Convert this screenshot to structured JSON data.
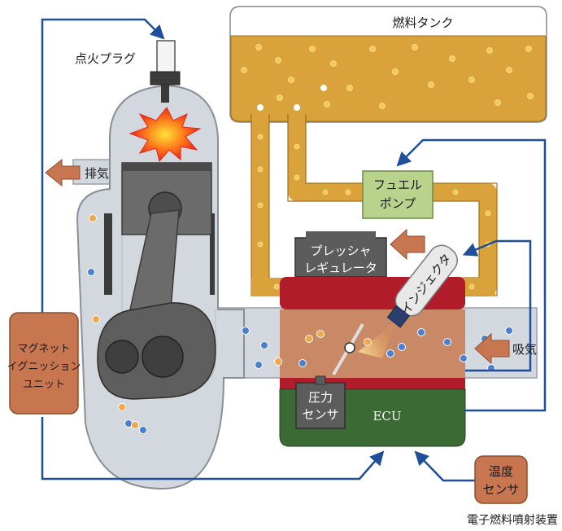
{
  "caption": "電子燃料噴射装置",
  "labels": {
    "fuel_tank": "燃料タンク",
    "spark_plug": "点火プラグ",
    "exhaust": "排気",
    "intake": "吸気",
    "fuel_pump_line1": "フュエル",
    "fuel_pump_line2": "ポンプ",
    "regulator_line1": "プレッシャ",
    "regulator_line2": "レギュレータ",
    "injector": "インジェクタ",
    "pressure_sensor_line1": "圧力",
    "pressure_sensor_line2": "センサ",
    "ecu": "ECU",
    "magneto_line1": "マグネット",
    "magneto_line2": "イグニッション",
    "magneto_line3": "ユニット",
    "temp_sensor_line1": "温度",
    "temp_sensor_line2": "センサ"
  },
  "colors": {
    "fuel": "#d9a23a",
    "engine_block": "#d3d7de",
    "ecu_green": "#3c6a35",
    "intake_manifold": "#c98866",
    "red_band": "#b01c2a",
    "component_box": "#c8764f",
    "pump_green": "#b9d38d",
    "regulator_gray": "#5c5c5c",
    "signal_line": "#1f4e9a"
  }
}
